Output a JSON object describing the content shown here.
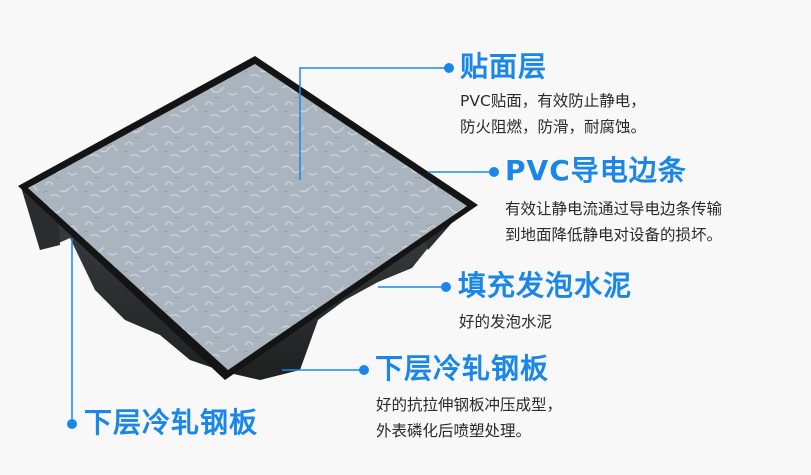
{
  "accent_color": "#1a87e8",
  "background_color": "#f8f8f9",
  "product": {
    "name": "anti-static raised floor panel",
    "image_alt": "PVC surfaced raised access floor panel with steel underside"
  },
  "callouts": [
    {
      "title": "贴面层",
      "lines": [
        "PVC贴面，有效防止静电，",
        "防火阻燃，防滑，耐腐蚀。"
      ]
    },
    {
      "title": "PVC导电边条",
      "lines": [
        "有效让静电流通过导电边条传输",
        "到地面降低静电对设备的损坏。"
      ]
    },
    {
      "title": "填充发泡水泥",
      "lines": [
        "好的发泡水泥"
      ]
    },
    {
      "title": "下层冷轧钢板",
      "lines": [
        "好的抗拉伸钢板冲压成型，",
        "外表磷化后喷塑处理。"
      ]
    },
    {
      "title": "下层冷轧钢板",
      "lines": []
    }
  ]
}
